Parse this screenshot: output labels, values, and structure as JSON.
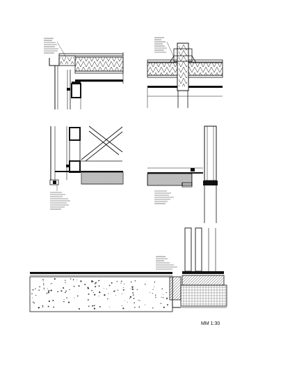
{
  "sheet": {
    "scale_label": "MM 1:30"
  },
  "colors": {
    "line": "#111111",
    "hatch": "#555555",
    "paper": "#ffffff"
  },
  "details": [
    {
      "name": "detail-roof-eave-left"
    },
    {
      "name": "detail-roof-chimney-right"
    },
    {
      "name": "detail-wall-truss-left"
    },
    {
      "name": "detail-floor-post-right"
    },
    {
      "name": "detail-foundation-slab"
    }
  ]
}
